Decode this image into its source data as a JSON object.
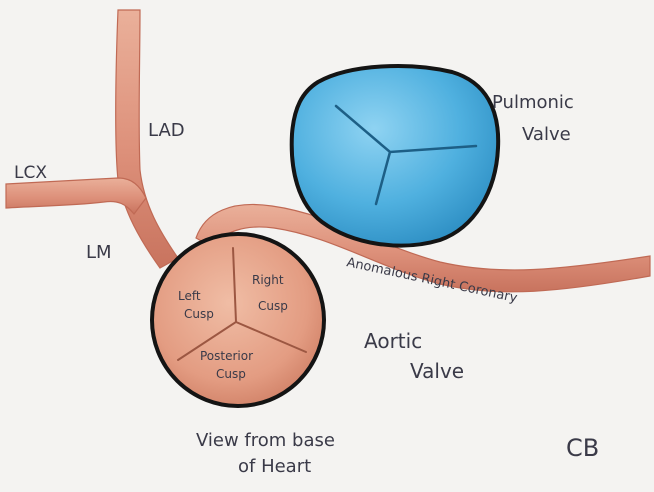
{
  "labels": {
    "lad": "LAD",
    "lcx": "LCX",
    "lm": "LM",
    "pulmonic_line1": "Pulmonic",
    "pulmonic_line2": "Valve",
    "anomalous": "Anomalous Right Coronary",
    "aortic_line1": "Aortic",
    "aortic_line2": "Valve",
    "left_cusp_line1": "Left",
    "left_cusp_line2": "Cusp",
    "right_cusp_line1": "Right",
    "right_cusp_line2": "Cusp",
    "posterior_cusp_line1": "Posterior",
    "posterior_cusp_line2": "Cusp",
    "view_line1": "View from base",
    "view_line2": "of Heart",
    "signature": "CB"
  },
  "colors": {
    "background": "#f4f3f1",
    "artery_fill": "#e09a82",
    "artery_edge": "#c06a55",
    "aortic_fill": "#e4a58c",
    "pulmonic_fill": "#5cb3dd",
    "outline": "#141414",
    "ink": "#3a3a48"
  }
}
